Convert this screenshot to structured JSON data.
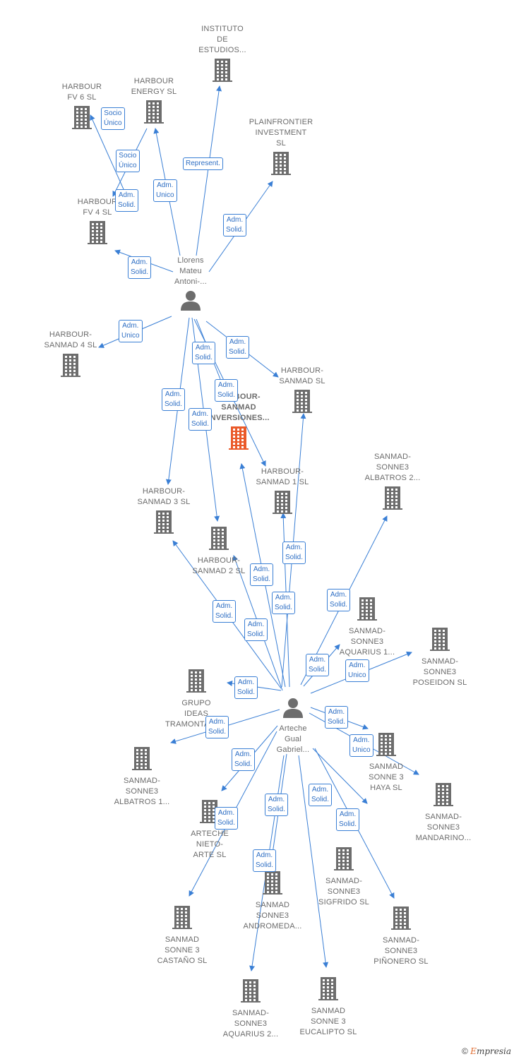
{
  "colors": {
    "edge": "#3a7fd5",
    "building": "#6d6d6d",
    "focus": "#ea5a2a",
    "person": "#6d6d6d"
  },
  "nodes": [
    {
      "id": "instituto",
      "kind": "company",
      "label": "INSTITUTO\nDE\nESTUDIOS..."
    },
    {
      "id": "harbour_fv6",
      "kind": "company",
      "label": "HARBOUR\nFV 6  SL"
    },
    {
      "id": "harbour_energy",
      "kind": "company",
      "label": "HARBOUR\nENERGY  SL"
    },
    {
      "id": "plainfrontier",
      "kind": "company",
      "label": "PLAINFRONTIER\nINVESTMENT\nSL"
    },
    {
      "id": "harbour_fv4",
      "kind": "company",
      "label": "HARBOUR\nFV 4  SL"
    },
    {
      "id": "llorens",
      "kind": "person",
      "label": "Llorens\nMateu\nAntoni-..."
    },
    {
      "id": "hs4",
      "kind": "company",
      "label": "HARBOUR-\nSANMAD 4  SL"
    },
    {
      "id": "hs",
      "kind": "company",
      "label": "HARBOUR-\nSANMAD  SL"
    },
    {
      "id": "hsinv",
      "kind": "focus",
      "label": "HARBOUR-\nSANMAD\nINVERSIONES..."
    },
    {
      "id": "hs1",
      "kind": "company",
      "label": "HARBOUR-\nSANMAD 1  SL"
    },
    {
      "id": "albatros2",
      "kind": "company",
      "label": "SANMAD-\nSONNE3\nALBATROS 2..."
    },
    {
      "id": "hs3",
      "kind": "company",
      "label": "HARBOUR-\nSANMAD 3  SL"
    },
    {
      "id": "hs2",
      "kind": "company",
      "label": "HARBOUR-\nSANMAD 2  SL"
    },
    {
      "id": "aquarius1",
      "kind": "company",
      "label": "SANMAD-\nSONNE3\nAQUARIUS 1..."
    },
    {
      "id": "poseidon",
      "kind": "company",
      "label": "SANMAD-\nSONNE3\nPOSEIDON  SL"
    },
    {
      "id": "grupo",
      "kind": "company",
      "label": "GRUPO\nIDEAS\nTRAMONTANA..."
    },
    {
      "id": "arteche",
      "kind": "person",
      "label": "Arteche\nGual\nGabriel..."
    },
    {
      "id": "haya",
      "kind": "company",
      "label": "SANMAD\nSONNE 3\nHAYA  SL"
    },
    {
      "id": "albatros1",
      "kind": "company",
      "label": "SANMAD-\nSONNE3\nALBATROS 1..."
    },
    {
      "id": "mandarino",
      "kind": "company",
      "label": "SANMAD-\nSONNE3\nMANDARINO..."
    },
    {
      "id": "nieto",
      "kind": "company",
      "label": "ARTECHE\nNIETO-\nARTE  SL"
    },
    {
      "id": "sigfrido",
      "kind": "company",
      "label": "SANMAD-\nSONNE3\nSIGFRIDO  SL"
    },
    {
      "id": "andromeda",
      "kind": "company",
      "label": "SANMAD\nSONNE3\nANDROMEDA..."
    },
    {
      "id": "castano",
      "kind": "company",
      "label": "SANMAD\nSONNE 3\nCASTAÑO  SL"
    },
    {
      "id": "pinonero",
      "kind": "company",
      "label": "SANMAD-\nSONNE3\nPIÑONERO  SL"
    },
    {
      "id": "aquarius2",
      "kind": "company",
      "label": "SANMAD-\nSONNE3\nAQUARIUS 2..."
    },
    {
      "id": "eucalipto",
      "kind": "company",
      "label": "SANMAD\nSONNE 3\nEUCALIPTO  SL"
    }
  ],
  "relations": [
    {
      "label": "Socio\nÚnico"
    },
    {
      "label": "Socio\nÚnico"
    },
    {
      "label": "Represent."
    },
    {
      "label": "Adm.\nUnico"
    },
    {
      "label": "Adm.\nSolid."
    },
    {
      "label": "Adm.\nSolid."
    },
    {
      "label": "Adm.\nSolid."
    },
    {
      "label": "Adm.\nUnico"
    },
    {
      "label": "Adm.\nSolid."
    },
    {
      "label": "Adm.\nSolid."
    },
    {
      "label": "Adm.\nSolid."
    },
    {
      "label": "Adm.\nSolid."
    },
    {
      "label": "Adm.\nSolid."
    },
    {
      "label": "Adm.\nSolid."
    },
    {
      "label": "Adm.\nSolid."
    },
    {
      "label": "Adm.\nSolid."
    },
    {
      "label": "Adm.\nSolid."
    },
    {
      "label": "Adm.\nSolid."
    },
    {
      "label": "Adm.\nSolid."
    },
    {
      "label": "Adm.\nSolid."
    },
    {
      "label": "Adm.\nUnico"
    },
    {
      "label": "Adm.\nSolid."
    },
    {
      "label": "Adm.\nSolid."
    },
    {
      "label": "Adm.\nSolid."
    },
    {
      "label": "Adm.\nUnico"
    },
    {
      "label": "Adm.\nSolid."
    },
    {
      "label": "Adm.\nSolid."
    },
    {
      "label": "Adm.\nSolid."
    },
    {
      "label": "Adm.\nSolid."
    },
    {
      "label": "Adm.\nSolid."
    },
    {
      "label": "Adm.\nSolid."
    }
  ],
  "footer": {
    "copyright": "©",
    "brand_first": "E",
    "brand_rest": "mpresia"
  }
}
